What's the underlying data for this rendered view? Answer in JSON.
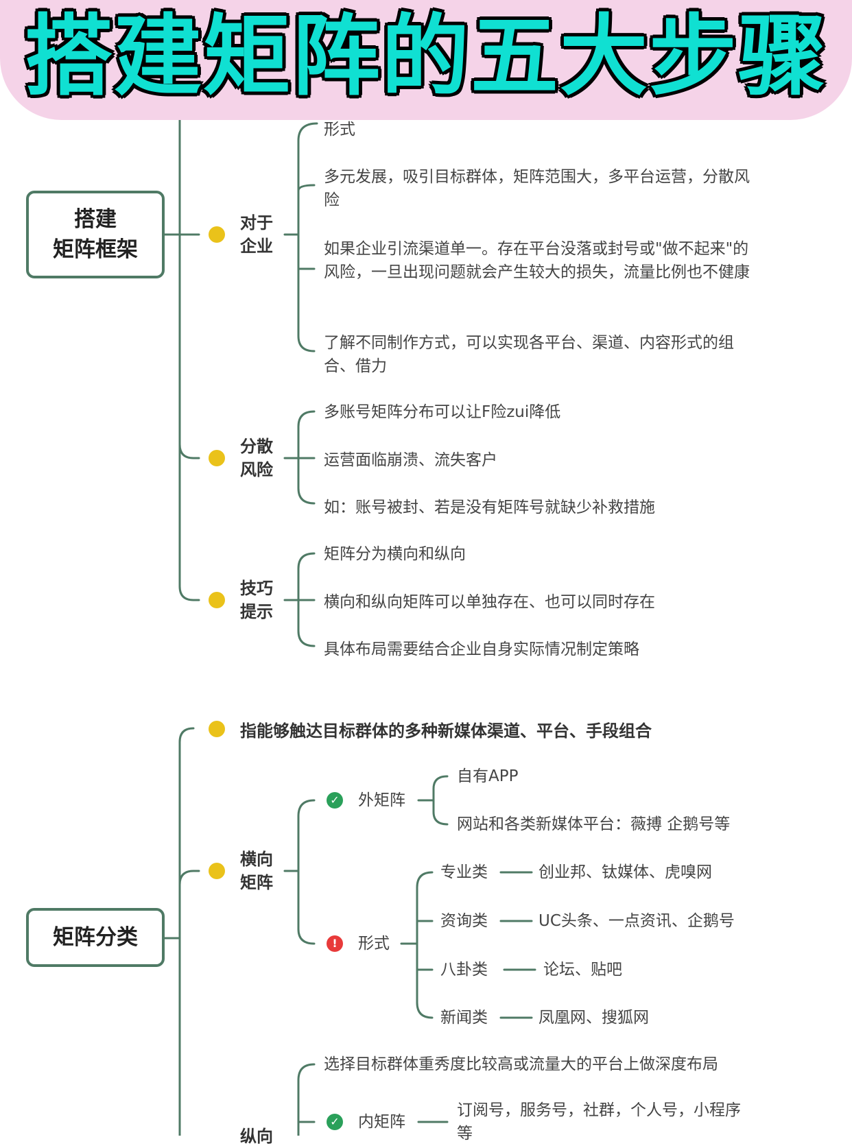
{
  "banner": {
    "title": "搭建矩阵的五大步骤"
  },
  "section1": {
    "root": "搭建\n矩阵框架",
    "partial_top": "形式",
    "enterprise": {
      "label": "对于\n企业",
      "items": [
        "多元发展，吸引目标群体，矩阵范围大，多平台运营，分散风险",
        "如果企业引流渠道单一。存在平台没落或封号或\"做不起来\"的风险，一旦出现问题就会产生较大的损失，流量比例也不健康",
        "了解不同制作方式，可以实现各平台、渠道、内容形式的组合、借力"
      ]
    },
    "risk": {
      "label": "分散\n风险",
      "items": [
        "多账号矩阵分布可以让F险zui降低",
        "运营面临崩溃、流失客户",
        "如：账号被封、若是没有矩阵号就缺少补救措施"
      ]
    },
    "tips": {
      "label": "技巧\n提示",
      "items": [
        "矩阵分为横向和纵向",
        "横向和纵向矩阵可以单独存在、也可以同时存在",
        "具体布局需要结合企业自身实际情况制定策略"
      ]
    }
  },
  "section2": {
    "root": "矩阵分类",
    "definition": "指能够触达目标群体的多种新媒体渠道、平台、手段组合",
    "horizontal": {
      "label": "横向\n矩阵",
      "outer": {
        "label": "外矩阵",
        "items": [
          "自有APP",
          "网站和各类新媒体平台：薇搏 企鹅号等"
        ]
      },
      "forms": {
        "label": "形式",
        "rows": [
          {
            "type": "专业类",
            "examples": "创业邦、钛媒体、虎嗅网"
          },
          {
            "type": "资询类",
            "examples": "UC头条、一点资讯、企鹅号"
          },
          {
            "type": "八卦类",
            "examples": "论坛、贴吧"
          },
          {
            "type": "新闻类",
            "examples": "凤凰网、搜狐网"
          }
        ]
      }
    },
    "vertical": {
      "label": "纵向",
      "first": "选择目标群体重秀度比较高或流量大的平台上做深度布局",
      "inner": {
        "label": "内矩阵",
        "text": "订阅号，服务号，社群，个人号，小程序等"
      }
    }
  },
  "icons": {
    "check": "check-circle-icon",
    "warn": "exclamation-circle-icon"
  },
  "colors": {
    "line": "#4f7a65",
    "dot": "#eac21a",
    "banner_bg": "#f5d3e8",
    "title": "#10e0d2"
  }
}
